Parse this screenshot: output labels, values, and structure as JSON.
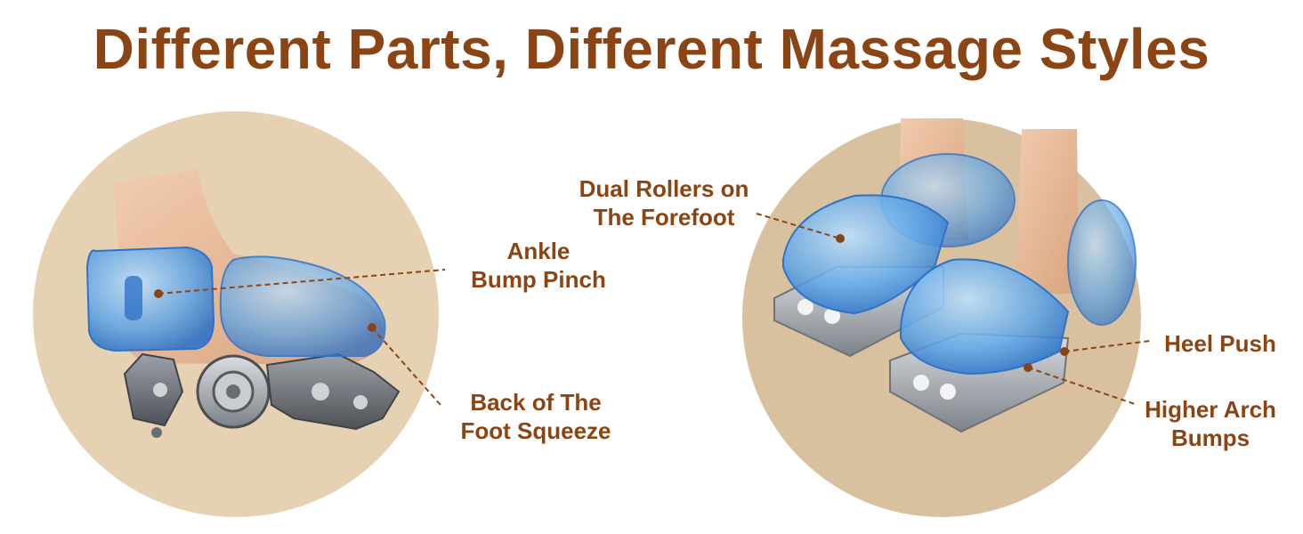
{
  "heading": {
    "text": "Different Parts, Different Massage Styles"
  },
  "colors": {
    "accent": "#8b4515",
    "circle_left": "#e6d1b3",
    "circle_right": "#d9c09f",
    "bubble_blue": "#5fa7e8",
    "bubble_blue_dark": "#2f73c7",
    "skin": "#e2b594",
    "metal": "#8c9096"
  },
  "left_panel": {
    "callouts": {
      "ankle": {
        "line1": "Ankle",
        "line2": "Bump Pinch"
      },
      "back_foot": {
        "line1": "Back of The",
        "line2": "Foot Squeeze"
      }
    }
  },
  "right_panel": {
    "callouts": {
      "forefoot": {
        "line1": "Dual Rollers on",
        "line2": "The Forefoot"
      },
      "heel": {
        "line1": "Heel Push"
      },
      "arch": {
        "line1": "Higher Arch",
        "line2": "Bumps"
      }
    }
  }
}
